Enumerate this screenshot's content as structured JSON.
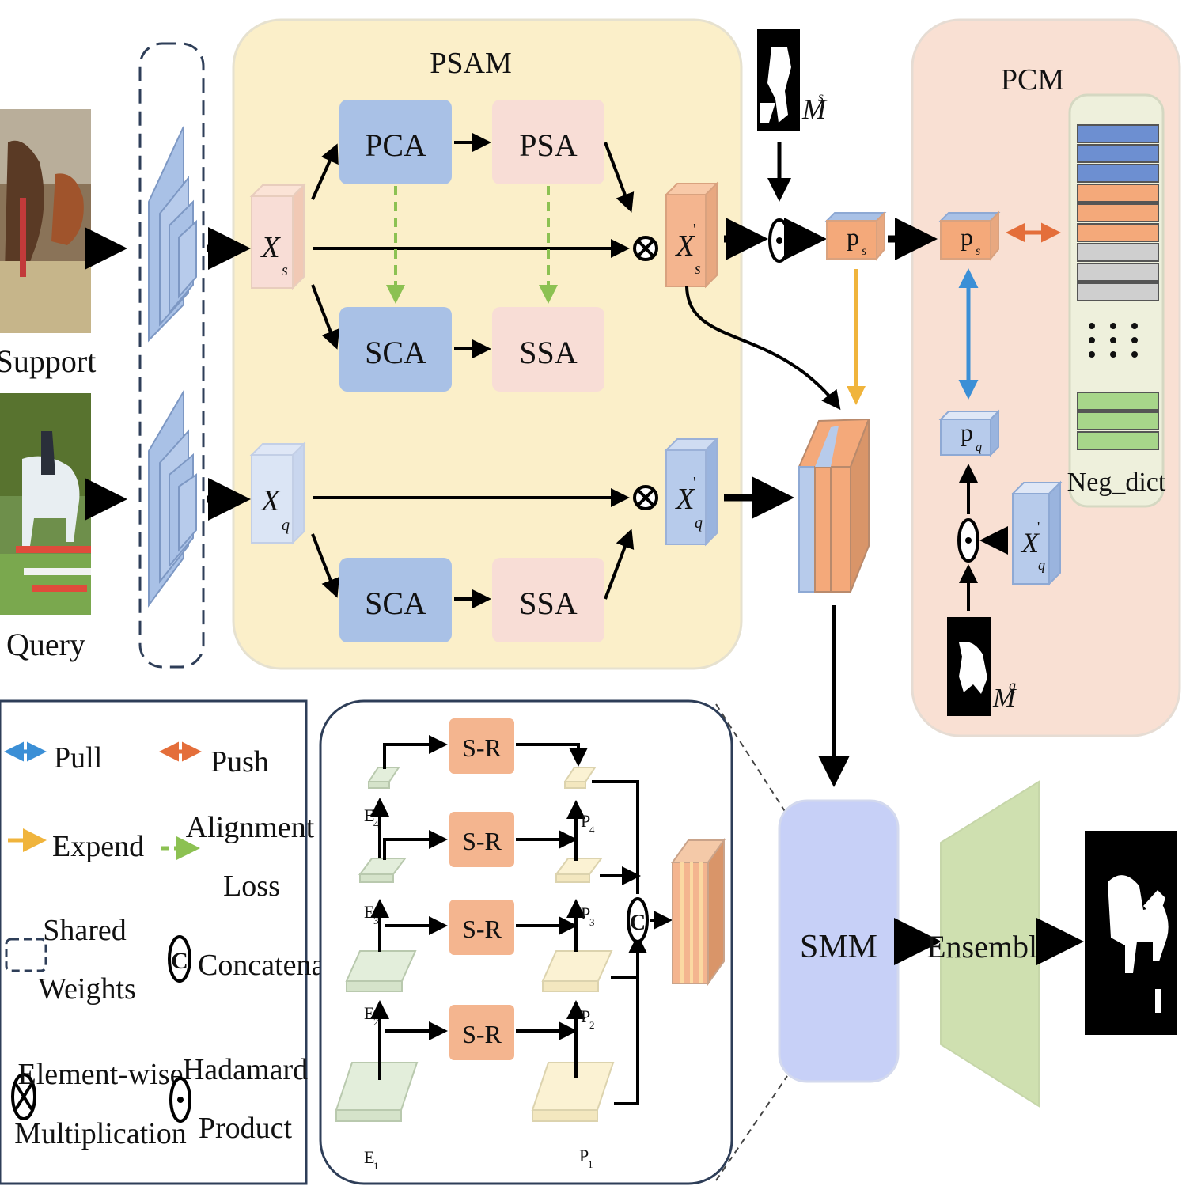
{
  "inputs": {
    "support": "Support",
    "query": "Query"
  },
  "psam": {
    "title": "PSAM",
    "pca": "PCA",
    "psa": "PSA",
    "sca_top": "SCA",
    "ssa_top": "SSA",
    "sca_bottom": "SCA",
    "ssa_bottom": "SSA",
    "xs": "X",
    "xs_sub": "s",
    "xq": "X",
    "xq_sub": "q",
    "xs_prime": "X",
    "xs_prime_sub": "s",
    "xs_prime_sup": "'",
    "xq_prime": "X",
    "xq_prime_sub": "q",
    "xq_prime_sup": "'"
  },
  "masks": {
    "ms": "M",
    "ms_sup": "s",
    "mq": "M",
    "mq_sup": "q"
  },
  "prototypes": {
    "ps": "p",
    "ps_sub": "s",
    "pq": "p",
    "pq_sub": "q"
  },
  "pcm": {
    "title": "PCM",
    "neg_dict": "Neg_dict",
    "xq_prime": "X",
    "xq_prime_sub": "q",
    "xq_prime_sup": "'"
  },
  "smm": {
    "label": "SMM",
    "sr_labels": [
      "S-R",
      "S-R",
      "S-R",
      "S-R"
    ],
    "e_labels": [
      "E",
      "E",
      "E",
      "E"
    ],
    "e_subs": [
      "4",
      "3",
      "2",
      "1"
    ],
    "p_labels": [
      "P",
      "P",
      "P",
      "P"
    ],
    "p_subs": [
      "4",
      "3",
      "2",
      "1"
    ]
  },
  "ensemble": "Ensemble",
  "legend": {
    "pull": "Pull",
    "push": "Push",
    "expend": "Expend",
    "alignment_line1": "Alignment",
    "alignment_line2": "Loss",
    "shared_line1": "Shared",
    "shared_line2": "Weights",
    "concatenate": "Concatenate",
    "elementwise_line1": "Element-wise",
    "elementwise_line2": "Multiplication",
    "hadamard_line1": "Hadamard",
    "hadamard_line2": "Product"
  },
  "colors": {
    "psam_bg": "#fbefc9",
    "pcm_bg": "#f9e0d3",
    "blue_box": "#a9c1e6",
    "pink_box": "#f8ddd6",
    "orange": "#f4a97a",
    "green_dict": "#a7d68a",
    "gray_dict": "#cfcfcf",
    "smm_box": "#c7d0f7",
    "ensemble": "#cfe0b0",
    "pull": "#3b8fd6",
    "push": "#e46e3a",
    "expend": "#f0b43c",
    "alignment": "#8cc152"
  }
}
